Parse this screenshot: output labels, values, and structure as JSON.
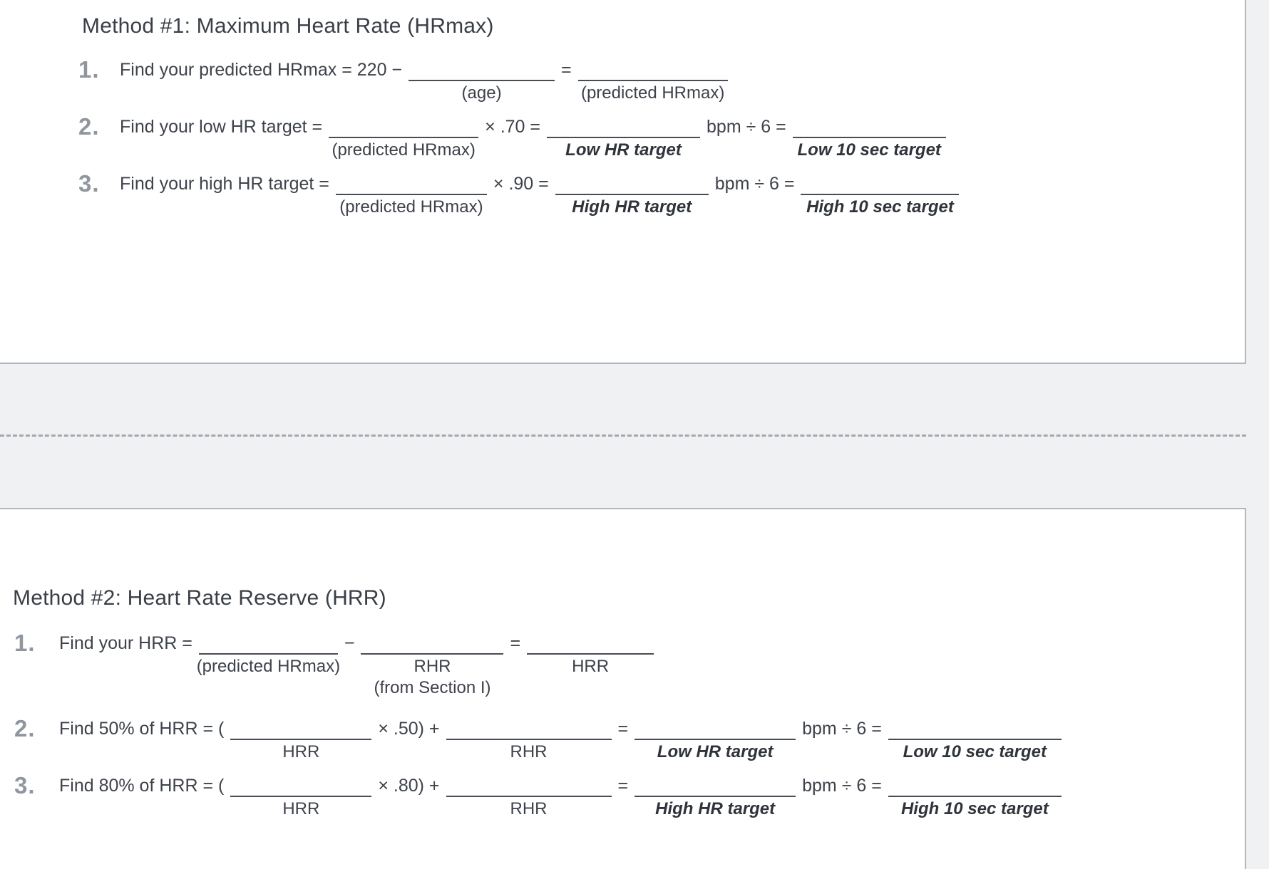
{
  "colors": {
    "page_background": "#ffffff",
    "gutter_background": "#f0f1f2",
    "page_border": "#b2b6bb",
    "page_break_dash": "#a3a8af",
    "body_text": "#3e434b",
    "step_number": "#8f969e",
    "blank_line": "#484d55"
  },
  "method1": {
    "title": "Method #1: Maximum Heart Rate (HRmax)",
    "step1": {
      "num": "1.",
      "lead": "Find your predicted HRmax = 220 −",
      "blank1_label": "(age)",
      "eq": "=",
      "blank2_label": "(predicted HRmax)"
    },
    "step2": {
      "num": "2.",
      "lead": "Find your low HR target =",
      "blank1_label": "(predicted HRmax)",
      "op1": "× .70 =",
      "blank2_label": "Low HR target",
      "op2": "bpm ÷ 6 =",
      "blank3_label": "Low 10 sec target"
    },
    "step3": {
      "num": "3.",
      "lead": "Find your high HR target =",
      "blank1_label": "(predicted HRmax)",
      "op1": "× .90 =",
      "blank2_label": "High HR target",
      "op2": "bpm ÷ 6 =",
      "blank3_label": "High 10 sec target"
    }
  },
  "method2": {
    "title": "Method #2: Heart Rate Reserve (HRR)",
    "step1": {
      "num": "1.",
      "lead": "Find your HRR =",
      "blank1_label": "(predicted HRmax)",
      "minus": "−",
      "blank2_label1": "RHR",
      "blank2_label2": "(from Section I)",
      "eq": "=",
      "blank3_label": "HRR"
    },
    "step2": {
      "num": "2.",
      "lead": "Find 50% of HRR = (",
      "blank1_label": "HRR",
      "op1": "× .50) +",
      "blank2_label": "RHR",
      "eq": "=",
      "blank3_label": "Low HR target",
      "op2": "bpm ÷ 6 =",
      "blank4_label": "Low 10 sec target"
    },
    "step3": {
      "num": "3.",
      "lead": "Find 80% of HRR = (",
      "blank1_label": "HRR",
      "op1": "× .80) +",
      "blank2_label": "RHR",
      "eq": "=",
      "blank3_label": "High HR target",
      "op2": "bpm ÷ 6 =",
      "blank4_label": "High 10 sec target"
    }
  }
}
